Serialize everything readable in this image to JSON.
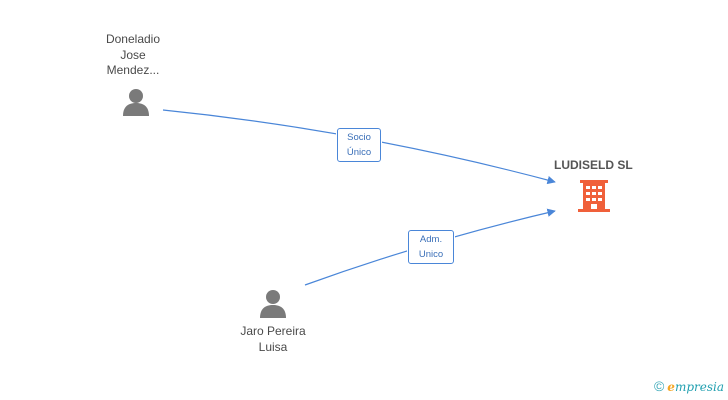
{
  "nodes": {
    "person_1": {
      "name_lines": [
        "Doneladio",
        "Jose",
        "Mendez..."
      ]
    },
    "person_2": {
      "name_lines": [
        "Jaro Pereira",
        "Luisa"
      ]
    },
    "company": {
      "name": "LUDISELD SL"
    }
  },
  "edges": [
    {
      "label_lines": [
        "Socio",
        "Único"
      ]
    },
    {
      "label_lines": [
        "Adm.",
        "Unico"
      ]
    }
  ],
  "colors": {
    "edge": "#4a86d8",
    "person_icon": "#7a7a7a",
    "company_icon": "#f0603a"
  },
  "brand": {
    "copyright": "©",
    "initial": "e",
    "rest": "mpresia"
  }
}
